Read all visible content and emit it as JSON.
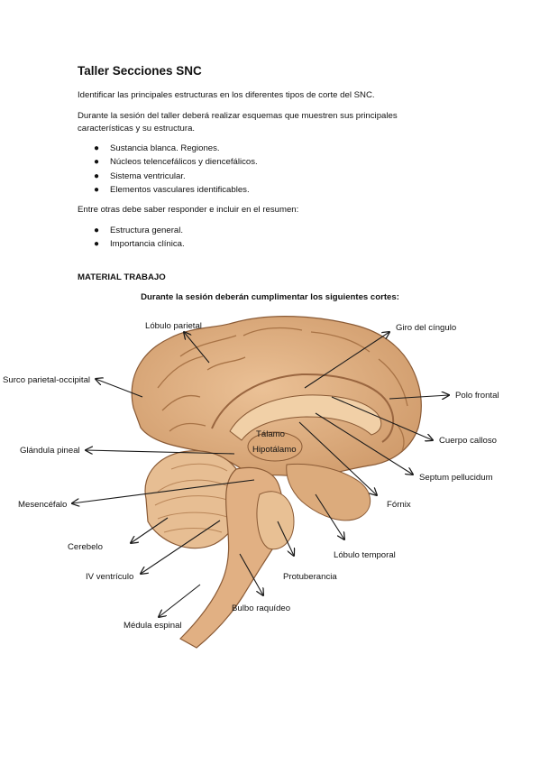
{
  "document": {
    "title": "Taller Secciones SNC",
    "intro": "Identificar las principales estructuras en los diferentes tipos de corte del SNC.",
    "session_line1": "Durante la sesión del taller deberá realizar esquemas que muestren sus principales",
    "session_line2": "características y su estructura.",
    "items": [
      "Sustancia blanca. Regiones.",
      "Núcleos telencefálicos y diencefálicos.",
      "Sistema ventricular.",
      "Elementos vasculares identificables."
    ],
    "summary_intro": "Entre otras debe saber responder e incluir en el resumen:",
    "summary_items": [
      "Estructura general.",
      "Importancia clínica."
    ],
    "section_heading": "MATERIAL TRABAJO",
    "instruction": "Durante la sesión deberán cumplimentar los siguientes cortes:"
  },
  "figure": {
    "labels": {
      "lobulo_parietal": "Lóbulo parietal",
      "giro_cingulo": "Giro del cíngulo",
      "surco_parietal_occipital": "Surco parietal-occipital",
      "polo_frontal": "Polo frontal",
      "talamo": "Tálamo",
      "hipotalamo": "Hipotálamo",
      "cuerpo_calloso": "Cuerpo calloso",
      "glandula_pineal": "Glándula pineal",
      "septum_pellucidum": "Septum pellucidum",
      "mesencefalo": "Mesencéfalo",
      "fornix": "Fórnix",
      "cerebelo": "Cerebelo",
      "lobulo_temporal": "Lóbulo temporal",
      "iv_ventriculo": "IV ventrículo",
      "protuberancia": "Protuberancia",
      "bulbo_raquideo": "Bulbo raquídeo",
      "medula_espinal": "Médula espinal"
    },
    "colors": {
      "tissue": "#e3b486",
      "tissue_dark": "#b98659",
      "outline": "#8a5a35",
      "arrow": "#1a1a1a"
    }
  }
}
